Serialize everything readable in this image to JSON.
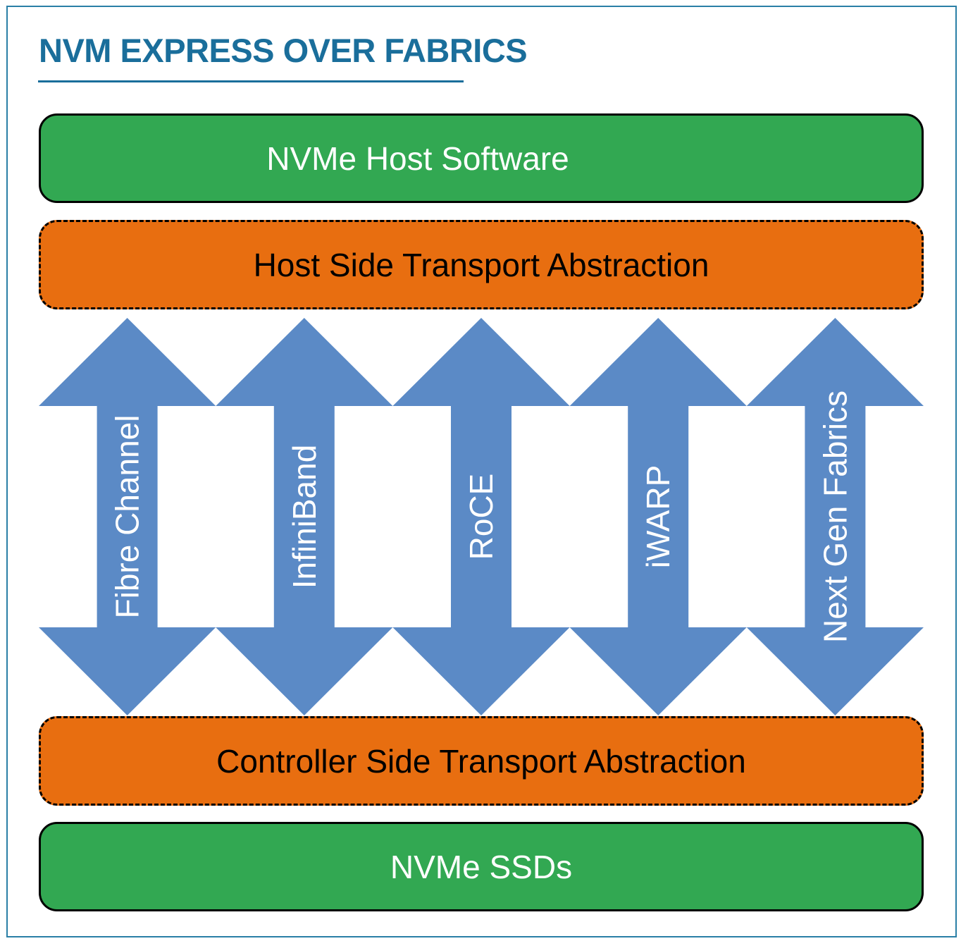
{
  "title": "NVM EXPRESS OVER FABRICS",
  "layers": {
    "host_software": "NVMe Host Software",
    "host_transport": "Host Side Transport Abstraction",
    "controller_transport": "Controller Side Transport Abstraction",
    "ssds": "NVMe SSDs"
  },
  "fabrics": [
    "Fibre Channel",
    "InfiniBand",
    "RoCE",
    "iWARP",
    "Next Gen Fabrics"
  ],
  "colors": {
    "title": "#1a6e9b",
    "frame": "#2a7fa6",
    "green_layer": "#32a852",
    "orange_layer": "#e86e10",
    "arrow": "#5b8ac6"
  }
}
